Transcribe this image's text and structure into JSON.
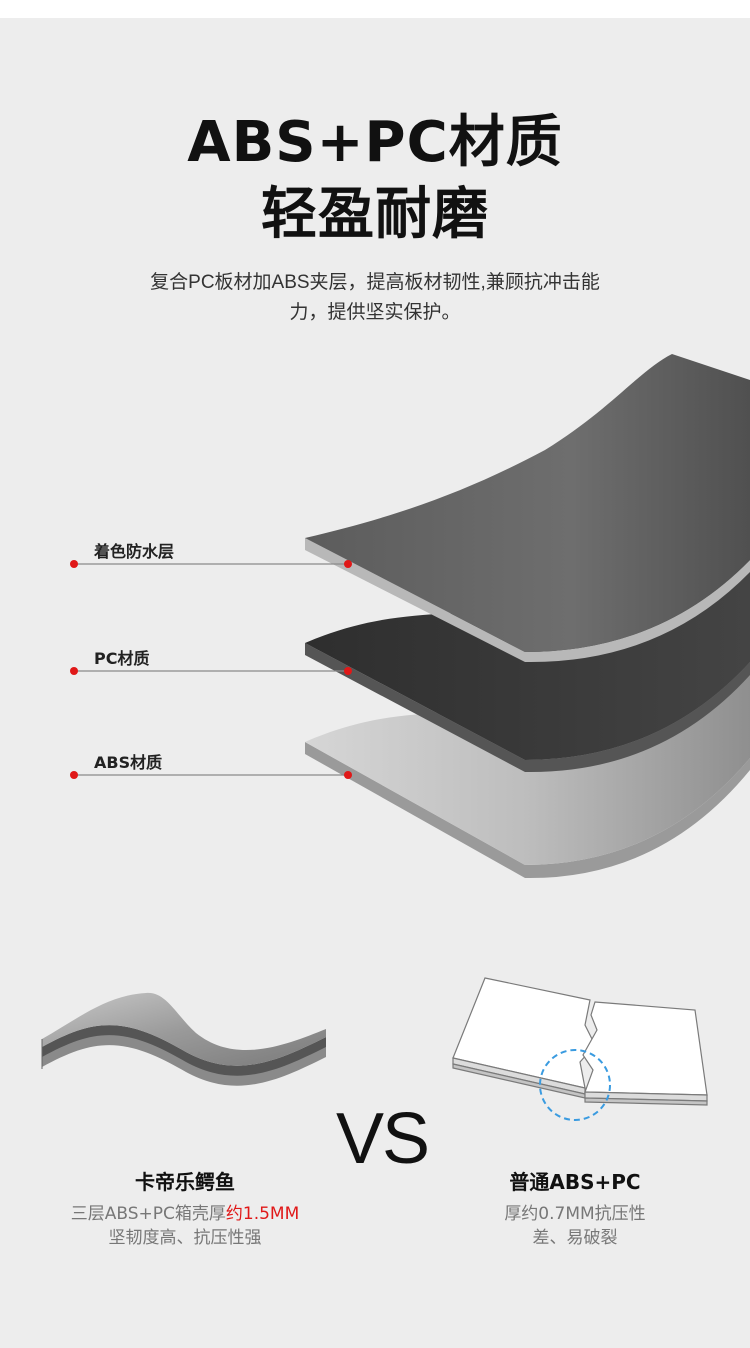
{
  "header": {
    "title_line1": "ABS+PC材质",
    "title_line2": "轻盈耐磨",
    "description_line1": "复合PC板材加ABS夹层，提高板材韧性,兼顾抗冲击能",
    "description_line2": "力，提供坚实保护。"
  },
  "layers": [
    {
      "label": "着色防水层"
    },
    {
      "label": "PC材质"
    },
    {
      "label": "ABS材质"
    }
  ],
  "comparison": {
    "vs_text": "VS",
    "left": {
      "title": "卡帝乐鳄鱼",
      "line1_prefix": "三层ABS+PC箱壳厚",
      "line1_highlight": "约1.5MM",
      "line2": "坚韧度高、抗压性强"
    },
    "right": {
      "title": "普通ABS+PC",
      "line1": "厚约0.7MM抗压性",
      "line2": "差、易破裂"
    }
  },
  "colors": {
    "background": "#ededed",
    "accent_red": "#e01818",
    "circle_blue": "#3a9be0"
  }
}
